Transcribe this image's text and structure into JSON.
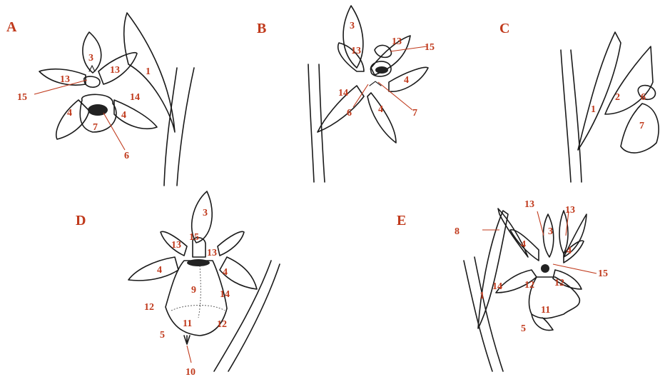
{
  "panels": [
    {
      "letter": "A",
      "labels": [
        "3",
        "13",
        "13",
        "1",
        "15",
        "14",
        "4",
        "4",
        "7",
        "6"
      ]
    },
    {
      "letter": "B",
      "labels": [
        "3",
        "13",
        "13",
        "15",
        "4",
        "14",
        "7",
        "4",
        "6"
      ]
    },
    {
      "letter": "C",
      "labels": [
        "2",
        "6",
        "1",
        "7"
      ]
    },
    {
      "letter": "D",
      "labels": [
        "3",
        "15",
        "13",
        "13",
        "4",
        "4",
        "9",
        "14",
        "12",
        "12",
        "11",
        "5",
        "10"
      ]
    },
    {
      "letter": "E",
      "labels": [
        "13",
        "13",
        "8",
        "3",
        "4",
        "4",
        "15",
        "14",
        "12",
        "12",
        "1",
        "11",
        "5"
      ]
    }
  ],
  "colors": {
    "label": "#c0391b",
    "ink": "#1a1a1a"
  }
}
